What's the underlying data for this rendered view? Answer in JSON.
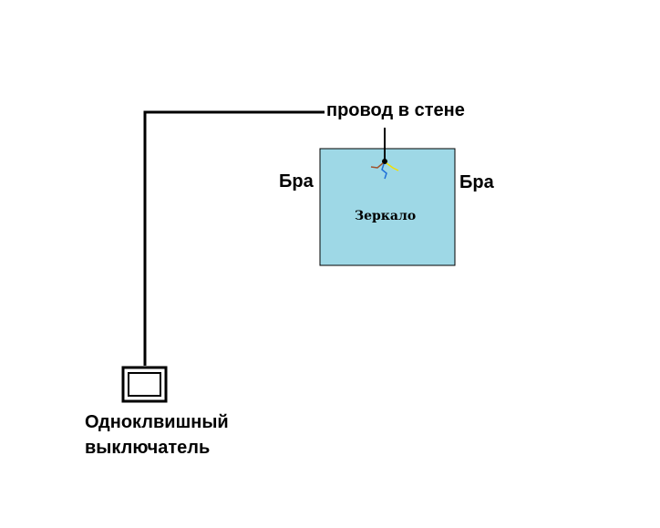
{
  "labels": {
    "wire_in_wall": "провод в стене",
    "bra_left": "Бра",
    "bra_right": "Бра",
    "mirror": "Зеркало",
    "switch_line1": "Одноклвишный",
    "switch_line2": "выключатель"
  },
  "colors": {
    "mirror_fill": "#9ed8e6",
    "outline": "#000000",
    "wire_brown": "#a0522d",
    "wire_blue": "#1e6fd9",
    "wire_yellow": "#f2e000"
  }
}
